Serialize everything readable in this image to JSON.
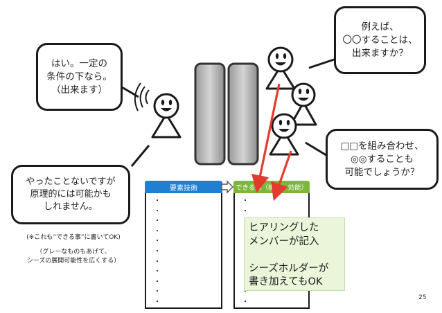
{
  "bubbles": {
    "right_top": "例えば、\n〇〇することは、\n出来ますか？",
    "left_top": "はい。一定の\n条件の下なら。\n（出来ます）",
    "right_mid": "□□を組み合わせ、\n◎◎することも\n可能でしょうか？",
    "left_bottom": "やったことないですが\n原理的には可能かも\nしれません。"
  },
  "notes": {
    "n1": "(※これも”できる事”に書いてOK)",
    "n2": "（グレーなものもあげて、\nシーズの展開可能性を広くする）"
  },
  "table": {
    "left_header": "要素技術",
    "right_header": "できる事（機能・効能）"
  },
  "green_note": "ヒアリングした\nメンバーが記入\n\nシーズホルダーが\n書き加えてもOK",
  "page_number": "25",
  "colors": {
    "left_header": "#1f7fd1",
    "right_header": "#7cb63b",
    "arrow": "#e53a2e",
    "green_box": "#eaf5d9"
  },
  "icons": [
    "person-icon",
    "sound-waves-icon",
    "door-icon",
    "arrow-right-icon"
  ]
}
